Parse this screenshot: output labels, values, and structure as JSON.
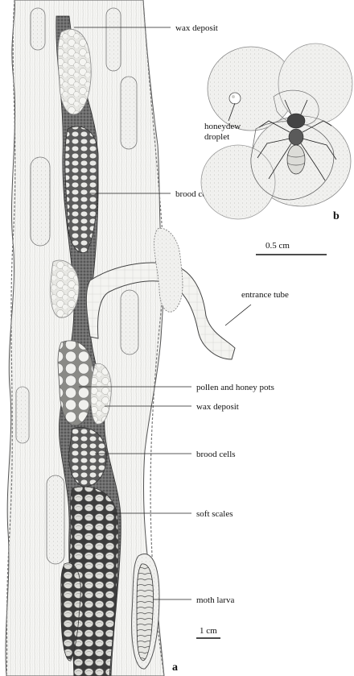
{
  "panel_a": {
    "letter": "a",
    "labels": {
      "wax_deposit_top": "wax deposit",
      "brood_cells_top": "brood cells",
      "entrance_tube": "entrance tube",
      "pollen_honey_pots": "pollen and honey pots",
      "wax_deposit_mid": "wax deposit",
      "brood_cells_mid": "brood cells",
      "soft_scales": "soft scales",
      "moth_larva": "moth larva"
    },
    "scale_bar": "1 cm"
  },
  "panel_b": {
    "letter": "b",
    "honeydew_line1": "honeydew",
    "honeydew_line2": "droplet",
    "scale_bar": "0.5 cm"
  }
}
